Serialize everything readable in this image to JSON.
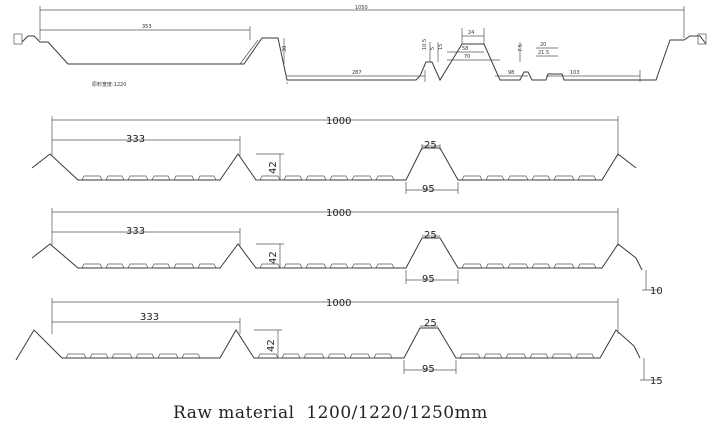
{
  "top_drawing": {
    "overall": "1050",
    "left_width": "353",
    "height": "30",
    "bottom_width": "287",
    "top_rib": "24",
    "rib_label_a": "58",
    "rib_label_b": "70",
    "rib_base": "98",
    "stiffener_w": "20",
    "stiffener_w2": "21.5",
    "stiffener_h": "7.5",
    "right_width": "103",
    "material_note": "原料宽度:1220",
    "small_a": "10.5",
    "small_b": "5",
    "small_c": "15"
  },
  "profiles": [
    {
      "total": "1000",
      "pitch": "333",
      "height": "42",
      "top": "25",
      "base": "95",
      "edge": ""
    },
    {
      "total": "1000",
      "pitch": "333",
      "height": "42",
      "top": "25",
      "base": "95",
      "edge": "10"
    },
    {
      "total": "1000",
      "pitch": "333",
      "height": "42",
      "top": "25",
      "base": "95",
      "edge": "15"
    }
  ],
  "caption": "Raw material  1200/1220/1250mm"
}
